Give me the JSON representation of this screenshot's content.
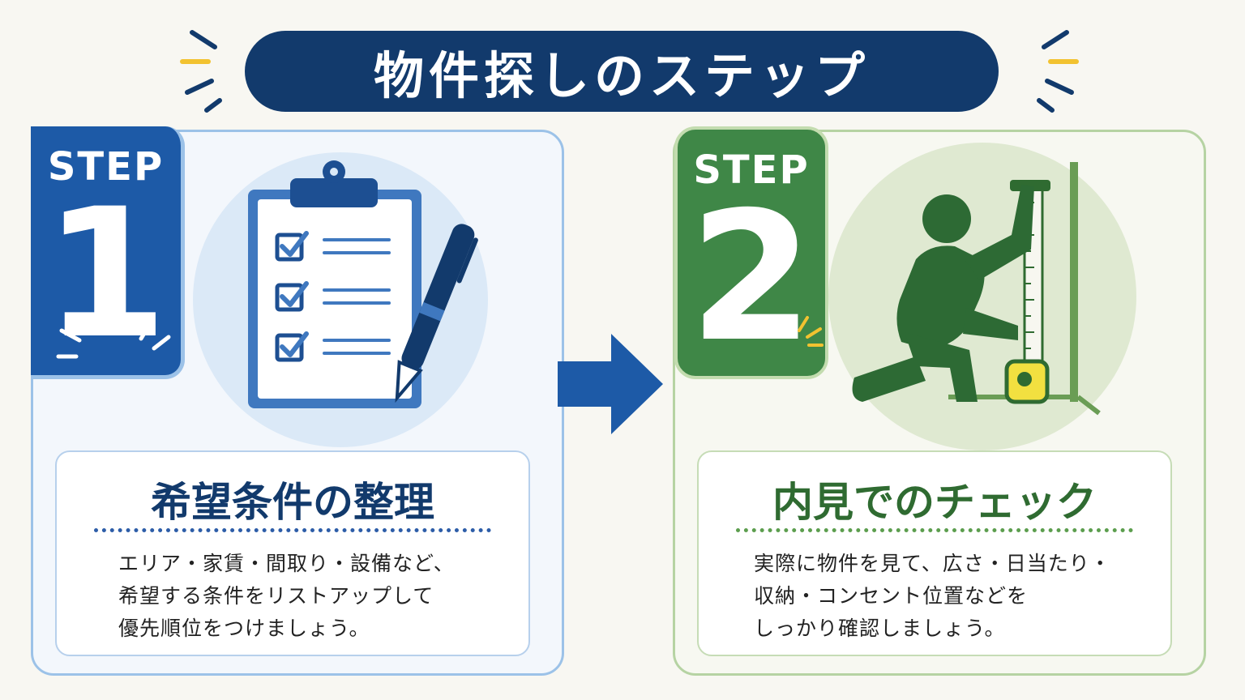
{
  "title": "物件探しのステップ",
  "colors": {
    "title_bg": "#123a6c",
    "step1_accent": "#1d5aa7",
    "step2_accent": "#3f8747",
    "sparkle": "#f2c230"
  },
  "steps": [
    {
      "label": "STEP",
      "number": "1",
      "icon": "clipboard-checklist-with-pen-icon",
      "heading": "希望条件の整理",
      "lines": [
        "エリア・家賃・間取り・設備など、",
        "希望する条件をリストアップして",
        "優先順位をつけましょう。"
      ]
    },
    {
      "label": "STEP",
      "number": "2",
      "icon": "person-measuring-with-tape-icon",
      "heading": "内見でのチェック",
      "lines": [
        "実際に物件を見て、広さ・日当たり・",
        "収納・コンセント位置などを",
        "しっかり確認しましょう。"
      ]
    }
  ],
  "arrow_icon": "right-arrow-icon"
}
